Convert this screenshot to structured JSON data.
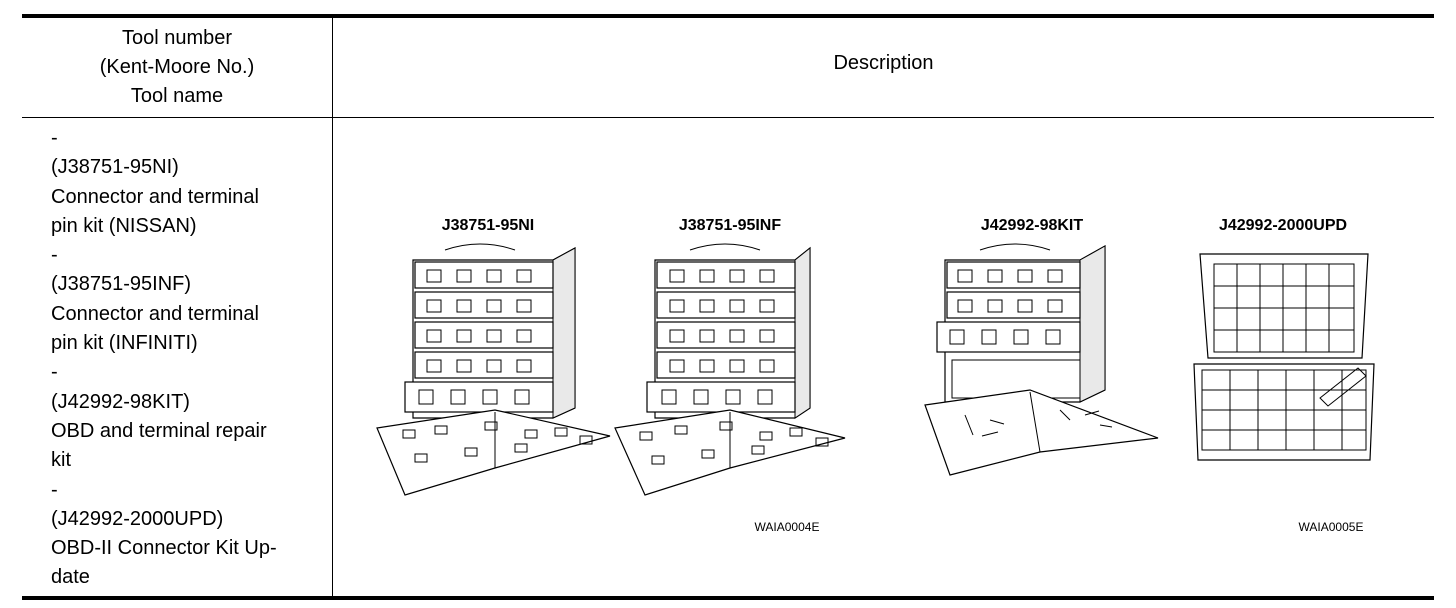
{
  "header": {
    "left_lines": [
      "Tool number",
      "(Kent-Moore No.)",
      "Tool name"
    ],
    "right": "Description"
  },
  "body": {
    "left_lines": [
      "-",
      "(J38751-95NI)",
      "Connector and terminal",
      "pin kit (NISSAN)",
      "-",
      "(J38751-95INF)",
      "Connector and terminal",
      "pin kit (INFINITI)",
      "-",
      "(J42992-98KIT)",
      "OBD and terminal repair",
      "kit",
      "-",
      "(J42992-2000UPD)",
      "OBD-II Connector Kit Up-",
      "date"
    ]
  },
  "illustration": {
    "labels": [
      "J38751-95NI",
      "J38751-95INF",
      "J42992-98KIT",
      "J42992-2000UPD"
    ],
    "figure_codes": [
      "WAIA0004E",
      "WAIA0005E"
    ]
  }
}
